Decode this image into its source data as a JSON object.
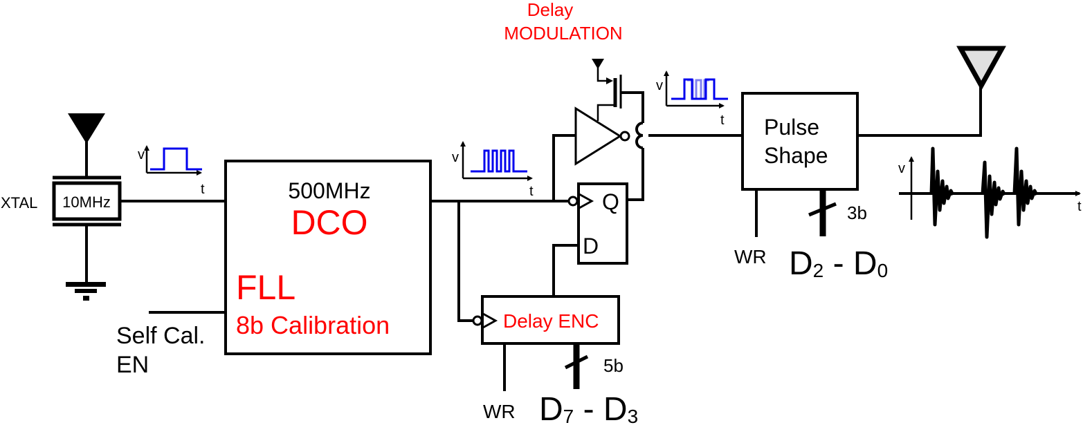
{
  "diagram": {
    "xtal": {
      "label": "XTAL",
      "freq": "10MHz"
    },
    "dco_block": {
      "freq": "500MHz",
      "name": "DCO",
      "fll": "FLL",
      "calibration": "8b Calibration"
    },
    "self_cal": {
      "line1": "Self Cal.",
      "line2": "EN"
    },
    "delay_modulation": {
      "line1": "Delay",
      "line2": "MODULATION"
    },
    "flipflop": {
      "q": "Q",
      "d": "D"
    },
    "delay_enc": {
      "name": "Delay ENC",
      "wr": "WR",
      "bits": "5b",
      "bus": {
        "a": "D",
        "a_sub": "7",
        "sep": " - ",
        "b": "D",
        "b_sub": "3"
      }
    },
    "pulse_shape": {
      "line1": "Pulse",
      "line2": "Shape",
      "wr": "WR",
      "bits": "3b",
      "bus": {
        "a": "D",
        "a_sub": "2",
        "sep": " - ",
        "b": "D",
        "b_sub": "0"
      }
    },
    "waveform_axes": {
      "v": "v",
      "t": "t"
    },
    "colors": {
      "accent_red": "#ff0000",
      "wave_blue": "#0000ee",
      "antenna_fill": "#e0e0e0"
    }
  }
}
